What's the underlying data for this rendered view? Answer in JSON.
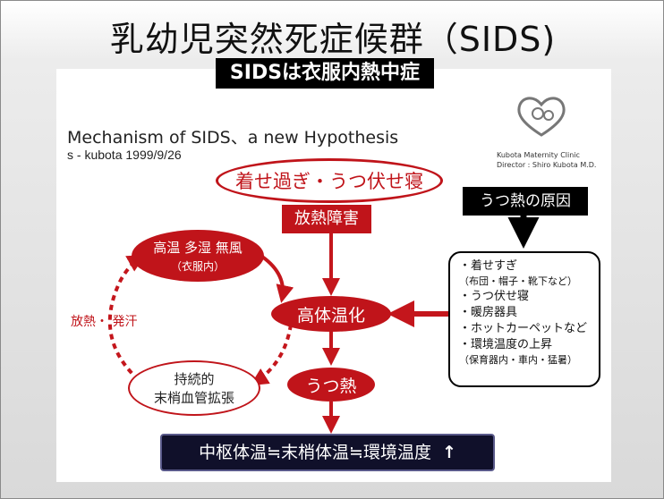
{
  "title": "乳幼児突然死症候群（SIDS)",
  "subtitle": "SIDSは衣服内熱中症",
  "hypothesis": {
    "title": "Mechanism  of SIDS、a new Hypothesis",
    "author": "s - kubota  1999/9/26"
  },
  "clinic": {
    "name": "Kubota  Maternity  Clinic",
    "director": "Director : Shiro Kubota M.D."
  },
  "nodes": {
    "top_cause": "着せ過ぎ・うつ伏せ寝",
    "heat_dissipation": "放熱障害",
    "high_temp_wind": "高温 多湿 無風",
    "high_temp_wind_sub": "（衣服内）",
    "rising_temp": "高体温化",
    "release_sweat": "放熱・ 発汗",
    "sustained": "持続的",
    "vasodilation": "末梢血管拡張",
    "fever": "うつ熱",
    "conclusion": "中枢体温≒末梢体温≒環境温度"
  },
  "causes_box": {
    "header": "うつ熱の原因",
    "items": [
      "・着せすぎ",
      "（布団・帽子・靴下など）",
      "・うつ伏せ寝",
      "・暖房器具",
      "・ホットカーペットなど",
      "・環境温度の上昇",
      "（保育器内・車内・猛暑）"
    ]
  },
  "colors": {
    "red": "#c0141a",
    "dark_navy": "#10102a",
    "arrow_red": "#c4161c"
  }
}
